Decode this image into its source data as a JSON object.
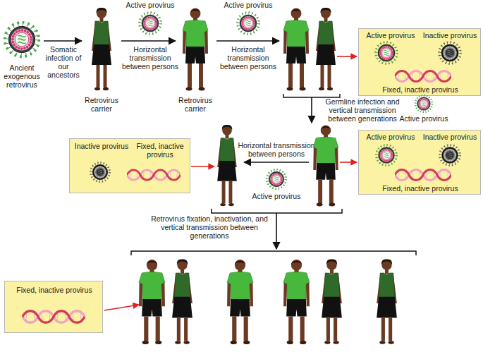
{
  "diagram": {
    "nodes": [
      {
        "text": [
          "Ancient exogenous retrovirus"
        ]
      },
      {
        "text": [
          "Retrovirus carrier"
        ]
      },
      {
        "text": [
          "Retrovirus carrier"
        ]
      },
      {
        "text": [
          "Active provirus",
          "Inactive provirus",
          "Fixed, inactive provirus"
        ]
      },
      {
        "text": [
          "Inactive provirus",
          "Fixed, inactive provirus"
        ]
      },
      {
        "text": [
          "Active provirus",
          "Inactive provirus",
          "Fixed, inactive provirus"
        ]
      },
      {
        "text": [
          "Fixed, inactive provirus"
        ]
      }
    ],
    "edges": [
      {
        "from": 0,
        "to": 1,
        "label": "Somatic infection of our ancestors",
        "arrow": "to"
      },
      {
        "from": 1,
        "to": 2,
        "label": "Horizontal transmission between persons",
        "arrow": "to"
      }
    ],
    "labels": [
      "Active provirus",
      "Active provirus",
      "Horizontal transmission between persons",
      "Germline infection and vertical transmission between generations",
      "Active provirus",
      "Horizontal transmission between persons",
      "Active provirus",
      "Retrovirus fixation, inactivation, and vertical transmission between generations"
    ]
  }
}
